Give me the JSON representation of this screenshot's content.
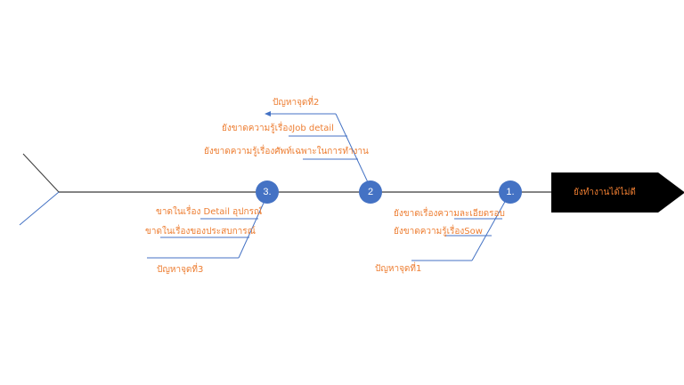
{
  "colors": {
    "spine": "#3a3a3a",
    "bone": "#4472c4",
    "node_fill": "#4472c4",
    "node_text": "#ffffff",
    "label_text": "#ed7d31",
    "head_fill": "#000000",
    "head_text": "#ed7d31"
  },
  "head": {
    "label": "ยังทำงานได้ไม่ดี"
  },
  "nodes": [
    {
      "label": "1."
    },
    {
      "label": "2"
    },
    {
      "label": "3."
    }
  ],
  "branch1": {
    "title": "ปัญหาจุดที่1",
    "causes": [
      "ยังขาดเรื่องความละเอียดรอบ",
      "ยังขาดความรู้เรื่องSow"
    ]
  },
  "branch2": {
    "title": "ปัญหาจุดที่2",
    "causes": [
      "ยังขาดความรู้เรื่องJob detail",
      "ยังขาดความรู้เรื่องศัพท์เฉพาะในการทำงาน"
    ]
  },
  "branch3": {
    "title": "ปัญหาจุดที่3",
    "causes": [
      "ขาดในเรื่อง Detail อุปกรณ์",
      "ขาดในเรื่องของประสบการณ์"
    ]
  }
}
